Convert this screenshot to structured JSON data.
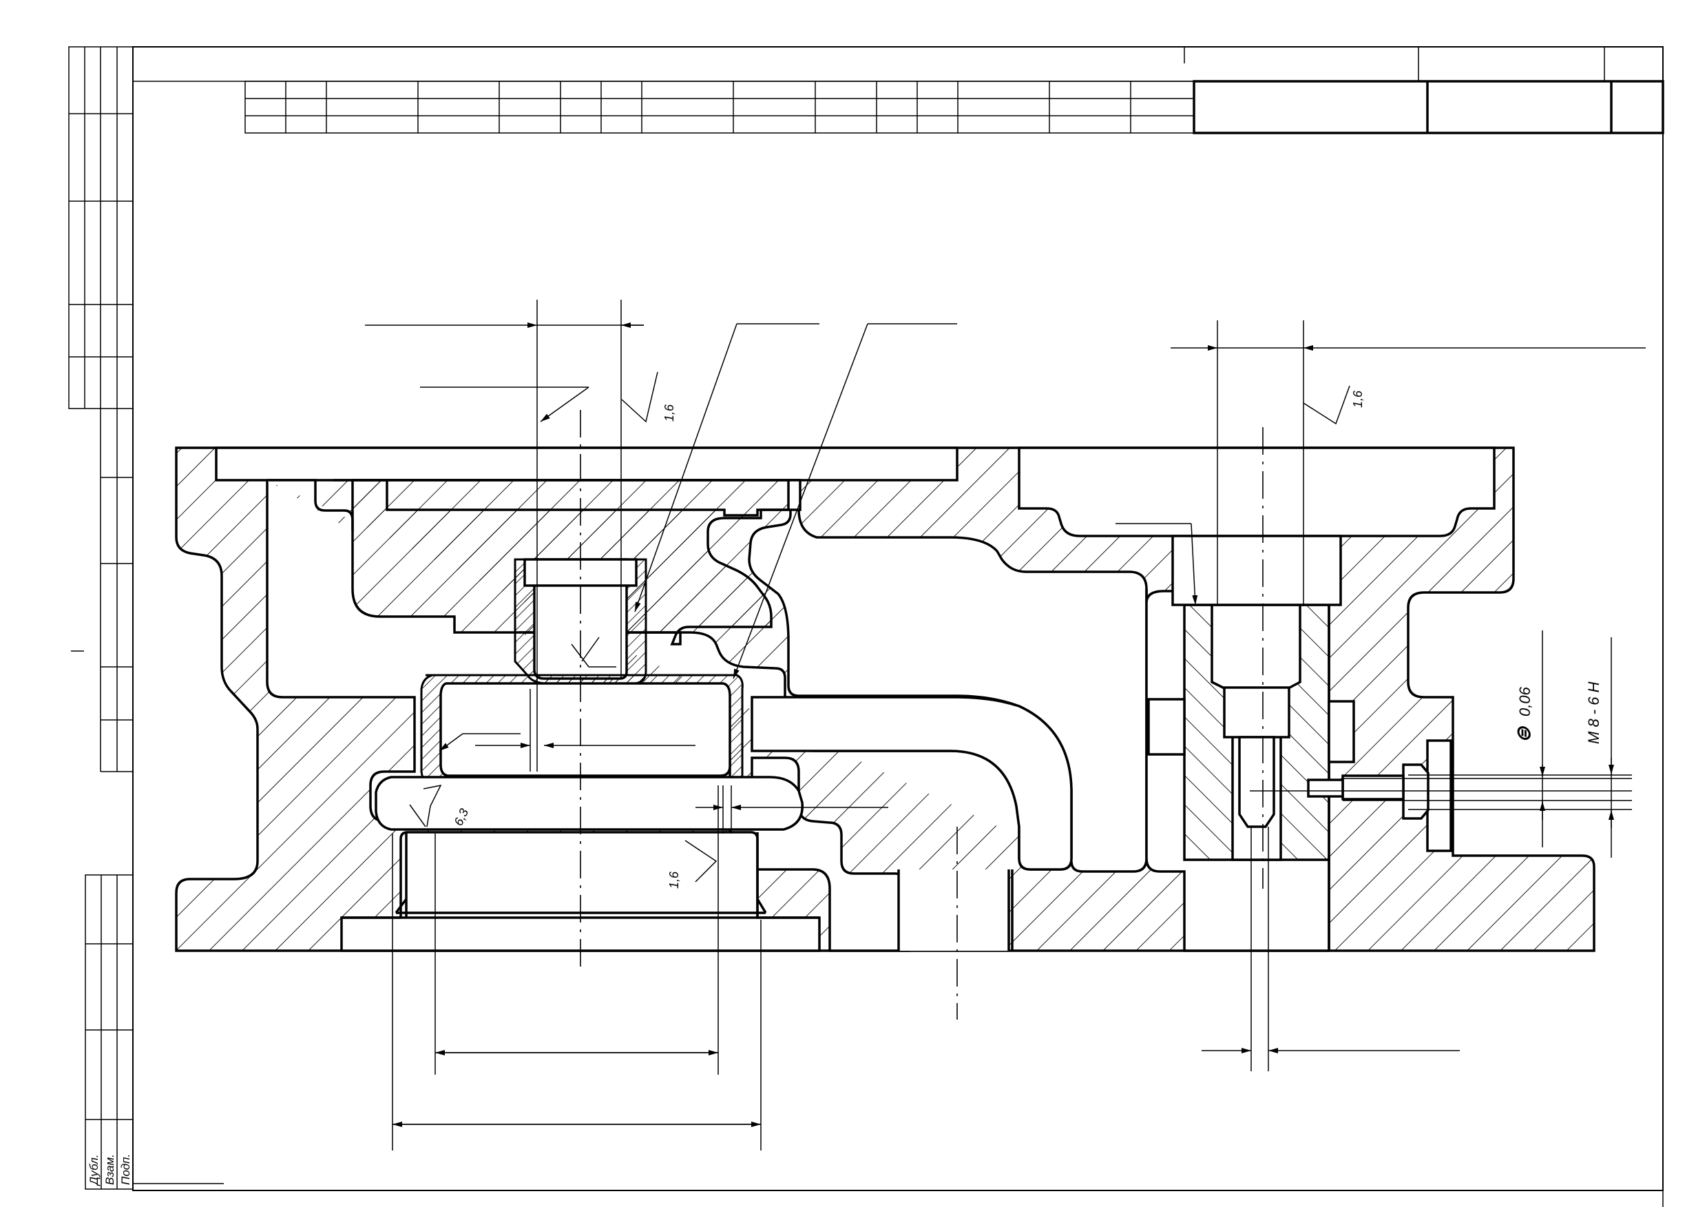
{
  "drawing": {
    "margin_labels": [
      "Дубл.",
      "Взам.",
      "Подп."
    ],
    "roughness_marks": [
      "1,6",
      "1,6",
      "1,6",
      "6,3"
    ],
    "tolerance_note": "0,06",
    "thread_note": "M 8 - 6 H"
  },
  "colors": {
    "ink": "#000000",
    "paper": "#ffffff"
  }
}
